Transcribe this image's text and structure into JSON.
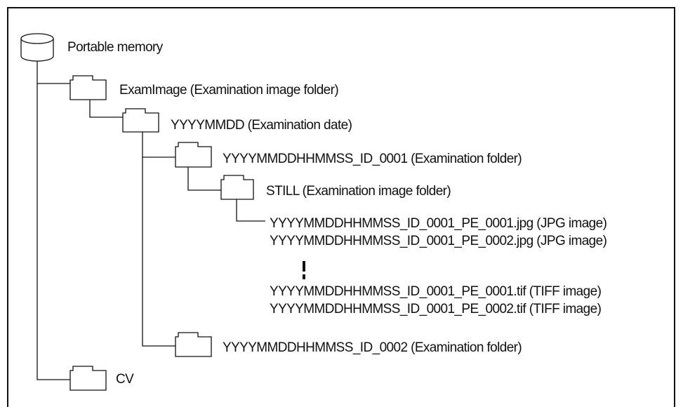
{
  "tree": {
    "root": {
      "label": "Portable memory",
      "icon": "storage-drive-icon"
    },
    "exam_image": {
      "label": "ExamImage (Examination image folder)",
      "icon": "folder-icon"
    },
    "date_folder": {
      "label": "YYYYMMDD (Examination date)",
      "icon": "folder-icon"
    },
    "exam_folder_1": {
      "label": "YYYYMMDDHHMMSS_ID_0001 (Examination folder)",
      "icon": "folder-icon"
    },
    "still": {
      "label": "STILL (Examination image folder)",
      "icon": "folder-icon"
    },
    "files": [
      "YYYYMMDDHHMMSS_ID_0001_PE_0001.jpg (JPG image)",
      "YYYYMMDDHHMMSS_ID_0001_PE_0002.jpg (JPG image)",
      "YYYYMMDDHHMMSS_ID_0001_PE_0001.tif (TIFF image)",
      "YYYYMMDDHHMMSS_ID_0001_PE_0002.tif (TIFF image)"
    ],
    "exam_folder_2": {
      "label": "YYYYMMDDHHMMSS_ID_0002 (Examination folder)",
      "icon": "folder-icon"
    },
    "cv": {
      "label": "CV",
      "icon": "folder-icon"
    }
  }
}
